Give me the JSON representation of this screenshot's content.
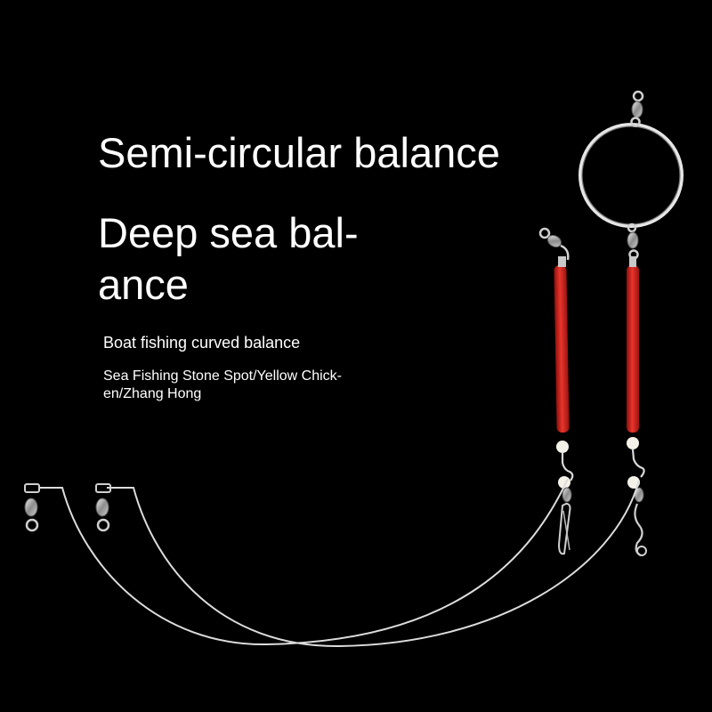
{
  "headline": {
    "line1": "Semi-circular balance",
    "line2a": "Deep sea bal-",
    "line2b": "ance"
  },
  "subheadline": {
    "line1": "Boat fishing curved balance",
    "line2a": "Sea Fishing Stone Spot/Yellow Chick-",
    "line2b": "en/Zhang Hong"
  },
  "colors": {
    "background": "#000000",
    "text": "#ffffff",
    "tube": "#d9201c",
    "wire": "#d8d8d8"
  }
}
